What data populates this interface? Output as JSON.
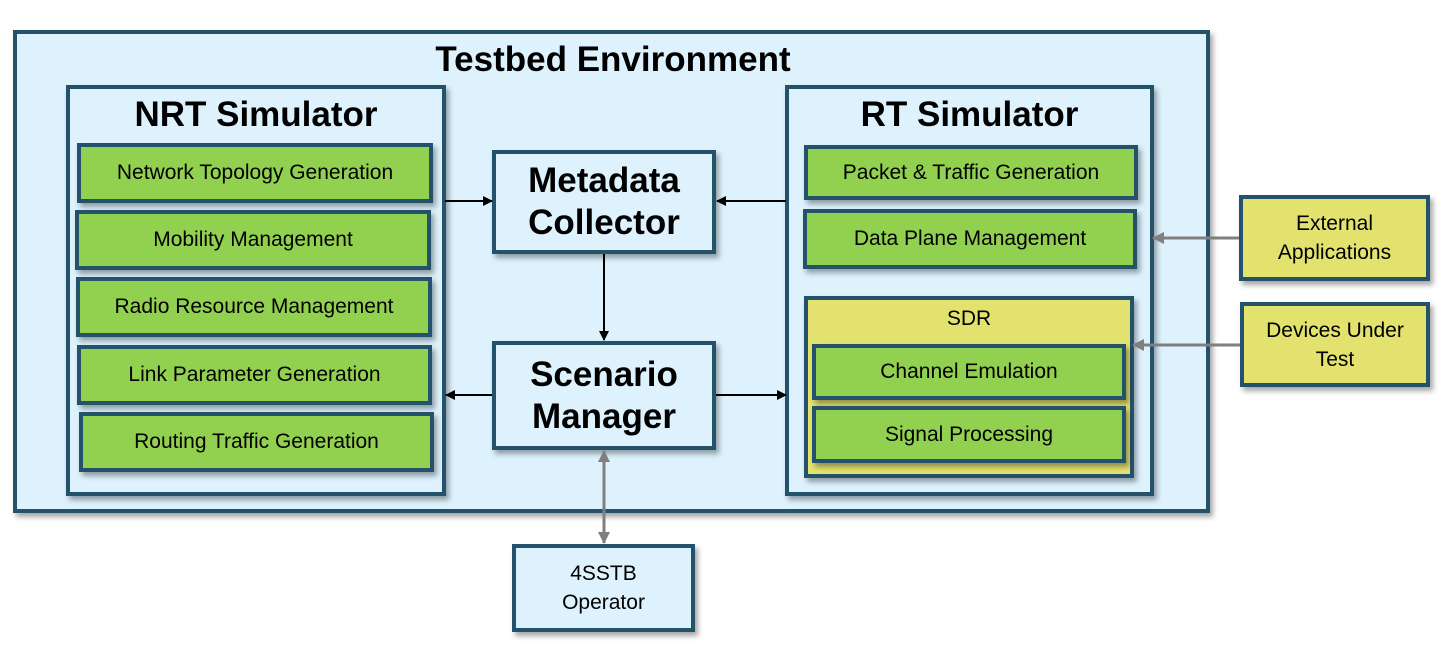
{
  "environment": {
    "title": "Testbed Environment"
  },
  "nrt_simulator": {
    "title": "NRT Simulator",
    "modules": [
      "Network Topology Generation",
      "Mobility Management",
      "Radio Resource Management",
      "Link Parameter Generation",
      "Routing Traffic Generation"
    ]
  },
  "metadata_collector": {
    "line1": "Metadata",
    "line2": "Collector"
  },
  "scenario_manager": {
    "line1": "Scenario",
    "line2": "Manager"
  },
  "rt_simulator": {
    "title": "RT Simulator",
    "modules": [
      "Packet & Traffic Generation",
      "Data Plane Management"
    ],
    "sdr": {
      "title": "SDR",
      "modules": [
        "Channel Emulation",
        "Signal Processing"
      ]
    }
  },
  "external_applications": {
    "line1": "External",
    "line2": "Applications"
  },
  "devices_under_test": {
    "line1": "Devices Under",
    "line2": "Test"
  },
  "operator": {
    "line1": "4SSTB",
    "line2": "Operator"
  },
  "colors": {
    "border": "#24526b",
    "container_fill": "#ddf2fd",
    "module_fill": "#92d050",
    "external_fill": "#e3e26e",
    "arrow_internal": "#000000",
    "arrow_external": "#7f7f7f"
  }
}
